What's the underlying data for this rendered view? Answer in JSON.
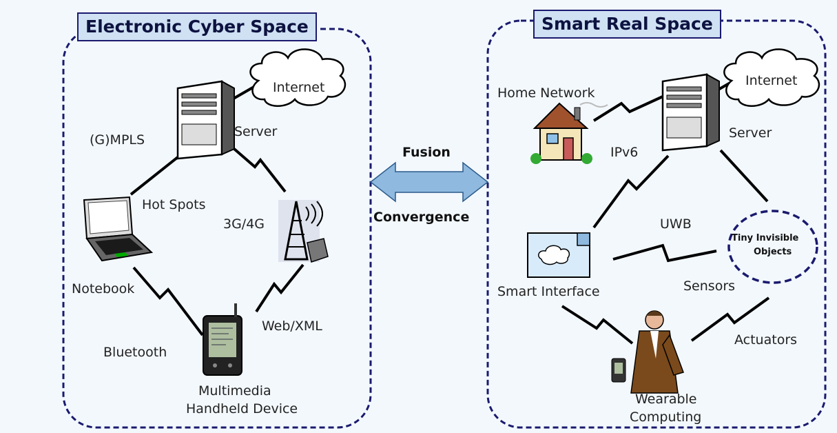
{
  "left_panel": {
    "title": "Electronic Cyber Space",
    "labels": {
      "internet": "Internet",
      "server": "Server",
      "gmpls": "(G)MPLS",
      "hot_spots": "Hot Spots",
      "g3g4": "3G/4G",
      "notebook": "Notebook",
      "web_xml": "Web/XML",
      "bluetooth": "Bluetooth",
      "device_line1": "Multimedia",
      "device_line2": "Handheld Device"
    }
  },
  "center": {
    "top_label": "Fusion",
    "bottom_label": "Convergence"
  },
  "right_panel": {
    "title": "Smart Real Space",
    "labels": {
      "internet": "Internet",
      "home_network": "Home Network",
      "server": "Server",
      "ipv6": "IPv6",
      "uwb": "UWB",
      "tiny_line1": "Tiny Invisible",
      "tiny_line2": "Objects",
      "smart_interface": "Smart Interface",
      "sensors": "Sensors",
      "actuators": "Actuators",
      "wearable_line1": "Wearable",
      "wearable_line2": "Computing"
    }
  },
  "colors": {
    "background": "#f3f8fd",
    "dashed_border": "#1a1a6e",
    "title_fill": "#cfe1f3",
    "arrow_fill": "#8fb9de",
    "line": "#000000"
  }
}
